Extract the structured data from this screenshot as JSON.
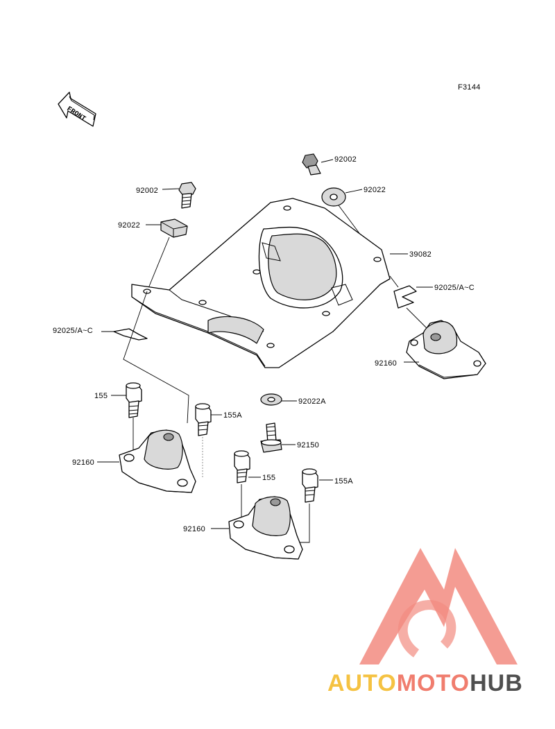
{
  "diagram": {
    "figure_code": "F3144",
    "front_arrow_text": "FRONT",
    "labels": {
      "bolt_top_right": "92002",
      "bolt_top_left": "92002",
      "washer_top_right": "92022",
      "spacer_left": "92022",
      "plate": "39082",
      "clip_right": "92025/A~C",
      "clip_left": "92025/A~C",
      "mount_right": "92160",
      "bolt_155_left": "155",
      "bolt_155a_left": "155A",
      "washer_92022a": "92022A",
      "bolt_92150": "92150",
      "mount_left": "92160",
      "bolt_155_center": "155",
      "bolt_155a_center": "155A",
      "mount_center": "92160"
    }
  },
  "watermark": {
    "text_auto": "AUTO",
    "text_moto": "MOTO",
    "text_hub": "HUB",
    "color_auto": "#f5c242",
    "color_moto": "#f07d6e",
    "color_hub": "#4f4f4f",
    "logo_color": "#f28b80"
  }
}
